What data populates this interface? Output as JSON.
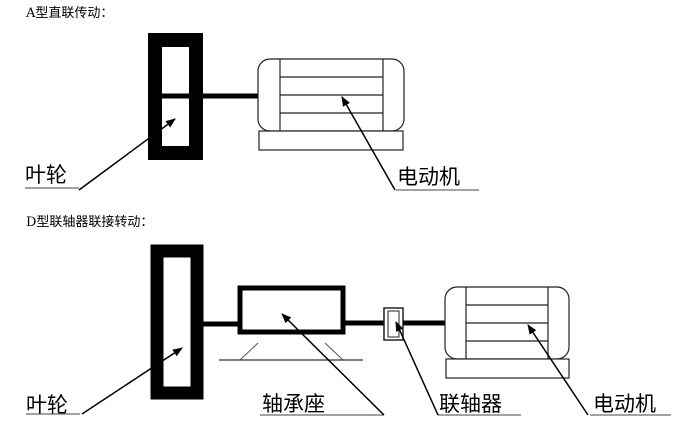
{
  "diagram": {
    "sections": [
      {
        "heading": "A型直联传动：",
        "labels": {
          "impeller": "叶轮",
          "motor": "电动机"
        }
      },
      {
        "heading": "D型联轴器联接转动：",
        "labels": {
          "impeller": "叶轮",
          "bearing_housing": "轴承座",
          "coupling": "联轴器",
          "motor": "电动机"
        }
      }
    ]
  }
}
